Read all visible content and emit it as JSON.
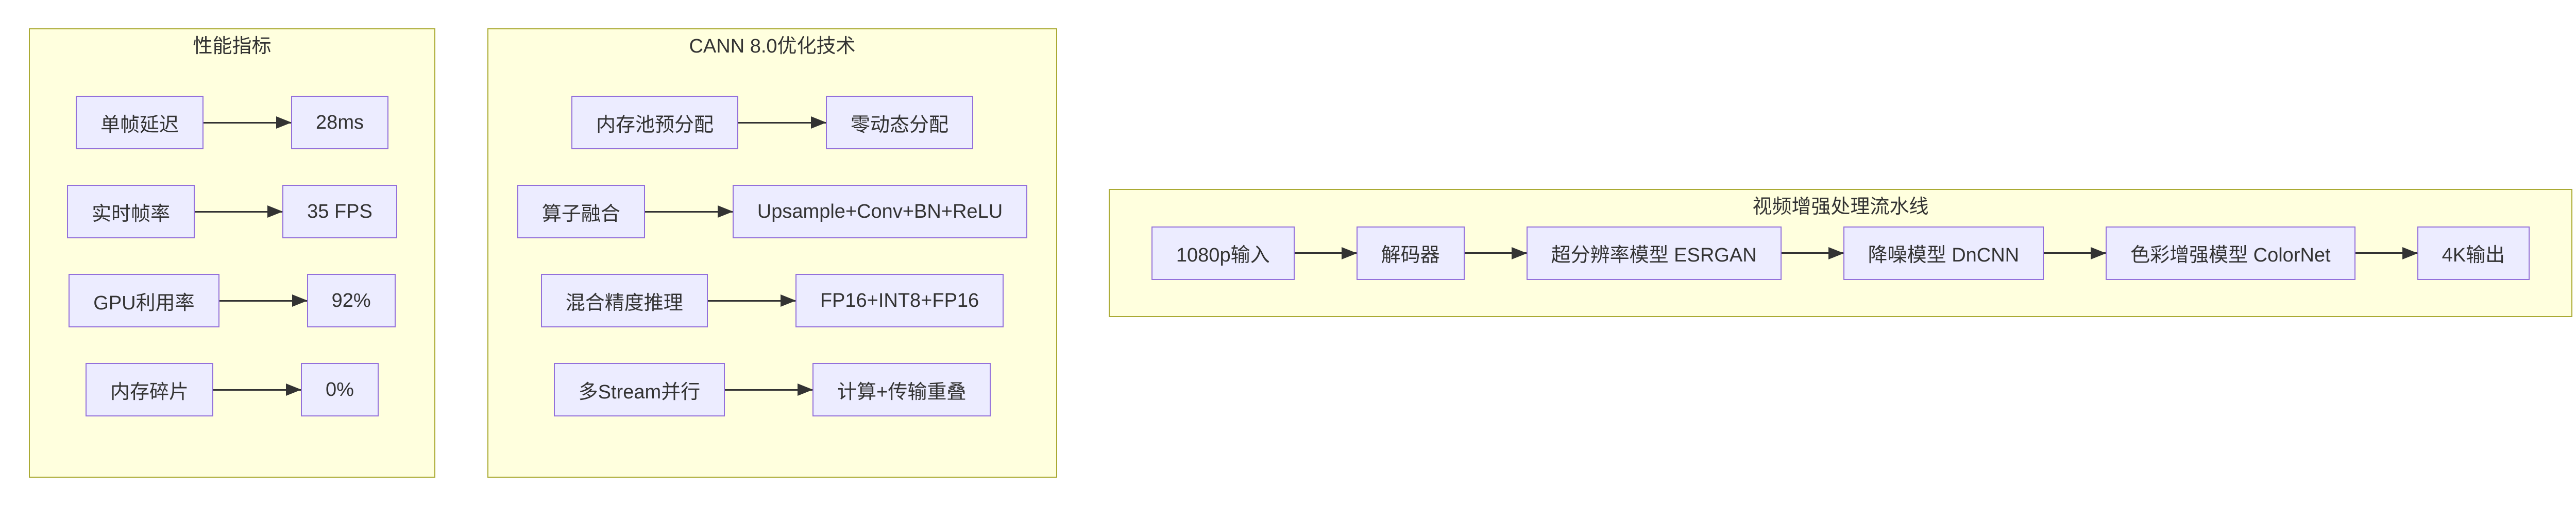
{
  "diagram": {
    "type": "flowchart",
    "background": "#ffffff",
    "colors": {
      "cluster_fill": "#ffffde",
      "cluster_border": "#aaaa33",
      "node_fill": "#ECECFF",
      "node_border": "#9370DB",
      "edge_color": "#333333",
      "text_color": "#333333"
    }
  },
  "clusters": {
    "performance": {
      "title": "性能指标",
      "rows": [
        {
          "from": "单帧延迟",
          "to": "28ms"
        },
        {
          "from": "实时帧率",
          "to": "35 FPS"
        },
        {
          "from": "GPU利用率",
          "to": "92%"
        },
        {
          "from": "内存碎片",
          "to": "0%"
        }
      ]
    },
    "cann": {
      "title": "CANN 8.0优化技术",
      "rows": [
        {
          "from": "内存池预分配",
          "to": "零动态分配"
        },
        {
          "from": "算子融合",
          "to": "Upsample+Conv+BN+ReLU"
        },
        {
          "from": "混合精度推理",
          "to": "FP16+INT8+FP16"
        },
        {
          "from": "多Stream并行",
          "to": "计算+传输重叠"
        }
      ]
    },
    "pipeline": {
      "title": "视频增强处理流水线",
      "stages": [
        "1080p输入",
        "解码器",
        "超分辨率模型 ESRGAN",
        "降噪模型 DnCNN",
        "色彩增强模型 ColorNet",
        "4K输出"
      ]
    }
  }
}
